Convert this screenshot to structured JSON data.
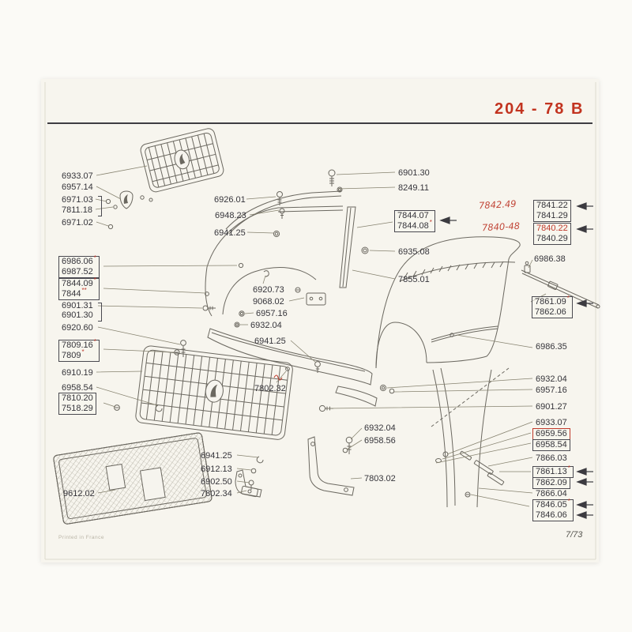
{
  "page": {
    "code": "204 - 78 B",
    "folio": "7/73",
    "printed_note": "Printed in France"
  },
  "colors": {
    "accent_red": "#c2331f",
    "ink": "#35343a",
    "drawing_line": "#6b6860"
  },
  "labels": [
    {
      "text": "6933.07"
    },
    {
      "text": "6957.14"
    },
    {
      "text": "6971.03"
    },
    {
      "text": "7811.18"
    },
    {
      "text": "6971.02"
    },
    {
      "text": "6926.01"
    },
    {
      "text": "6948.23"
    },
    {
      "text": "6941.25"
    },
    {
      "text": "6901.30"
    },
    {
      "text": "8249.11"
    },
    {
      "text": "7844.07"
    },
    {
      "text": "7844.08",
      "mark": "*"
    },
    {
      "text": "7842.49"
    },
    {
      "text": "7840-48"
    },
    {
      "text": "7841.22"
    },
    {
      "text": "7841.29"
    },
    {
      "text": "7840.22"
    },
    {
      "text": "7840.29"
    },
    {
      "text": "6986.38"
    },
    {
      "text": "6935.08"
    },
    {
      "text": "7855.01"
    },
    {
      "text": "6986.06",
      "mark": "*"
    },
    {
      "text": "6987.52"
    },
    {
      "text": "7844.09",
      "mark": "*"
    },
    {
      "text": "7844",
      "mark": "**"
    },
    {
      "text": "6901.31"
    },
    {
      "text": "6901.30"
    },
    {
      "text": "6920.60"
    },
    {
      "text": "6920.73"
    },
    {
      "text": "9068.02"
    },
    {
      "text": "6957.16"
    },
    {
      "text": "6932.04"
    },
    {
      "text": "6941.25"
    },
    {
      "text": "7861.09",
      "mark": "*"
    },
    {
      "text": "7862.06"
    },
    {
      "text": "6986.35"
    },
    {
      "text": "7809.16",
      "mark": "*"
    },
    {
      "text": "7809",
      "mark": "*"
    },
    {
      "text": "6910.19"
    },
    {
      "text": "6958.54"
    },
    {
      "text": "7810.20"
    },
    {
      "text": "7518.29"
    },
    {
      "text": "7802.32"
    },
    {
      "text": "6932.04"
    },
    {
      "text": "6957.16"
    },
    {
      "text": "6901.27"
    },
    {
      "text": "6933.07"
    },
    {
      "text": "6959.56"
    },
    {
      "text": "6958.54"
    },
    {
      "text": "7866.03"
    },
    {
      "text": "7861.13",
      "mark": "*"
    },
    {
      "text": "7862.09"
    },
    {
      "text": "7866.04"
    },
    {
      "text": "7846.05",
      "mark": "*"
    },
    {
      "text": "7846.06"
    },
    {
      "text": "6932.04"
    },
    {
      "text": "6958.56"
    },
    {
      "text": "6941.25"
    },
    {
      "text": "6912.13"
    },
    {
      "text": "6902.50"
    },
    {
      "text": "7803.02"
    },
    {
      "text": "7802.34"
    },
    {
      "text": "9612.02"
    }
  ]
}
